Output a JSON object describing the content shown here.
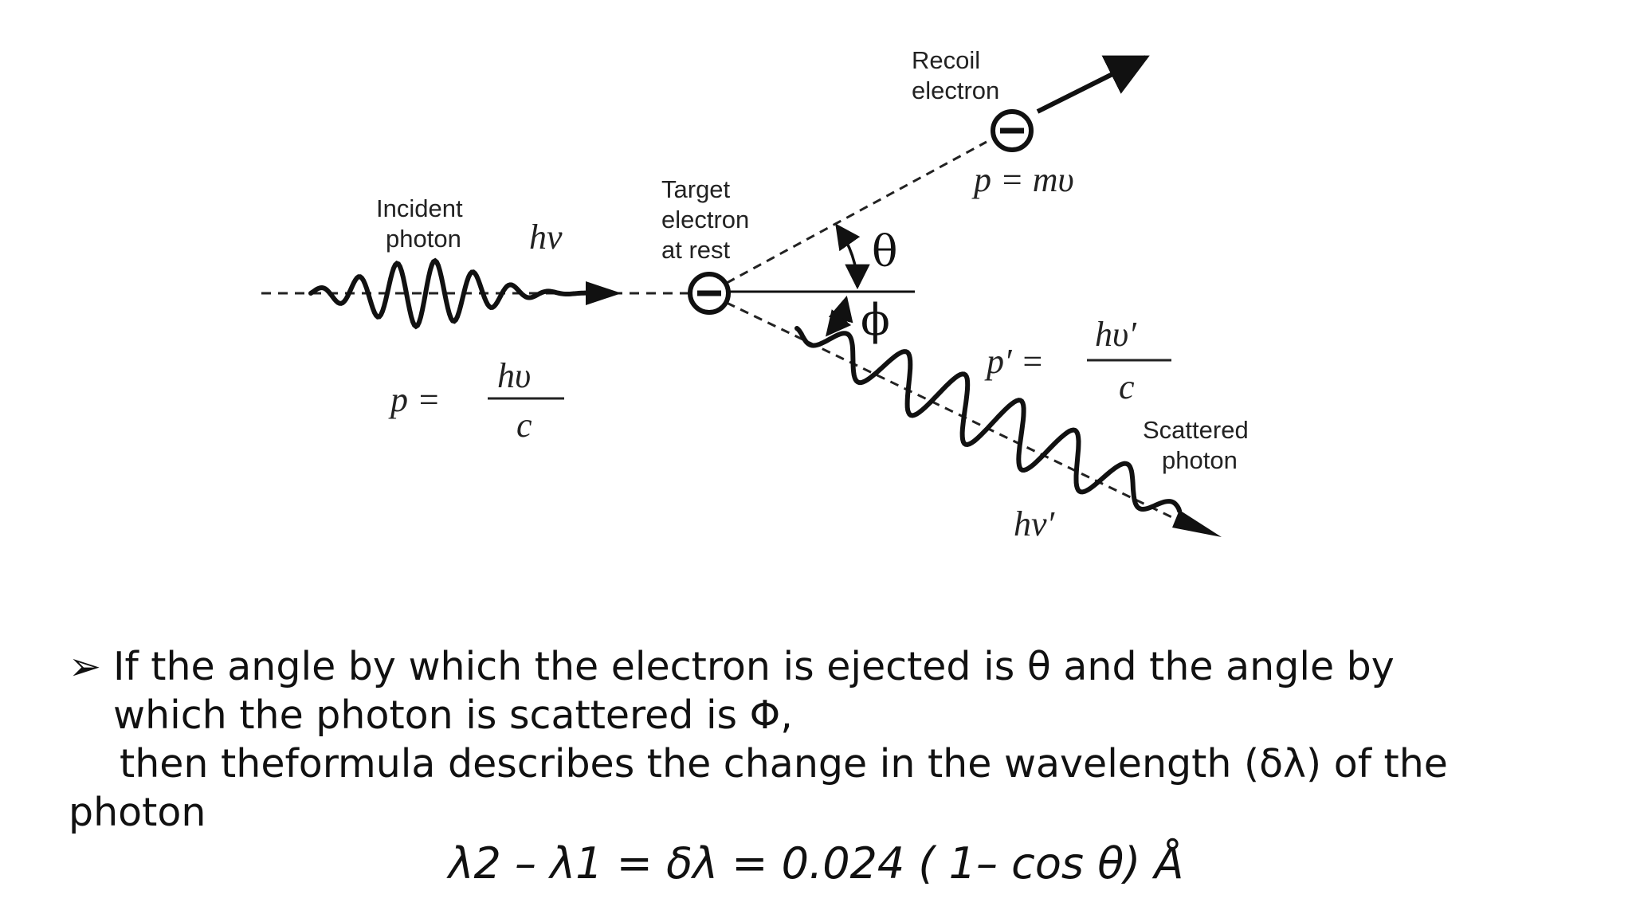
{
  "diagram": {
    "incident_label": [
      "Incident",
      "photon"
    ],
    "incident_energy": "hν",
    "incident_momentum": {
      "lhs": "p =",
      "numerator": "hυ",
      "denominator": "c"
    },
    "target_label": [
      "Target",
      "electron",
      "at rest"
    ],
    "recoil_label": [
      "Recoil",
      "electron"
    ],
    "recoil_momentum": "p = mυ",
    "theta_symbol": "θ",
    "phi_symbol": "ϕ",
    "scattered_momentum": {
      "lhs": "p′ =",
      "numerator": "hυ′",
      "denominator": "c"
    },
    "scattered_label": [
      "Scattered",
      "photon"
    ],
    "scattered_energy": "hν′",
    "electron_symbol": "−"
  },
  "text": {
    "bullet_symbol": "➢",
    "bullet_line1": "If the angle by which the electron is ejected is θ and the angle by",
    "bullet_line2": "which the photon is scattered is Φ,",
    "line3": "then theformula describes the change in the wavelength (δλ) of the",
    "line4": "photon",
    "formula": "λ2 – λ1 = δλ = 0.024 ( 1– cos θ) Å"
  }
}
